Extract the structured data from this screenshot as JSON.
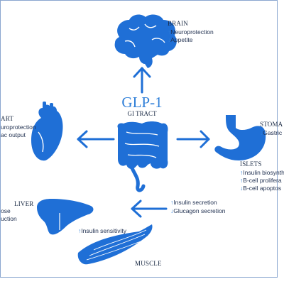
{
  "center": {
    "title": "GLP-1",
    "subtitle": "GI TRACT"
  },
  "brain": {
    "title": "BRAIN",
    "lines": [
      {
        "arrow": "↑",
        "text": "Neuroprotection"
      },
      {
        "arrow": "↓",
        "text": "Appetite"
      }
    ]
  },
  "heart": {
    "title": "ART",
    "lines": [
      {
        "arrow": "",
        "text": "uroprotection"
      },
      {
        "arrow": "",
        "text": "ac output"
      }
    ]
  },
  "stomach": {
    "title": "STOMA",
    "lines": [
      {
        "arrow": "↓",
        "text": "Gastric"
      }
    ]
  },
  "islets": {
    "title": "ISLETS",
    "lines": [
      {
        "arrow": "↑",
        "text": "Insulin biosynth"
      },
      {
        "arrow": "↑",
        "text": "B-cell prolifera"
      },
      {
        "arrow": "↓",
        "text": "B-cell apoptos"
      }
    ]
  },
  "liver": {
    "title": "LIVER",
    "lines": [
      {
        "arrow": "",
        "text": "ose"
      },
      {
        "arrow": "",
        "text": "uction"
      }
    ]
  },
  "pancreas_effects": {
    "lines": [
      {
        "arrow": "↑",
        "text": "Insulin secretion"
      },
      {
        "arrow": "↓",
        "text": "Glucagon secretion"
      }
    ]
  },
  "muscle": {
    "title": "MUSCLE",
    "lines": [
      {
        "arrow": "↑",
        "text": "Insulin sensitivity"
      }
    ]
  },
  "colors": {
    "organ": "#1f6fd6",
    "arrow": "#1f6fd6",
    "accent": "#2f7fd8"
  }
}
